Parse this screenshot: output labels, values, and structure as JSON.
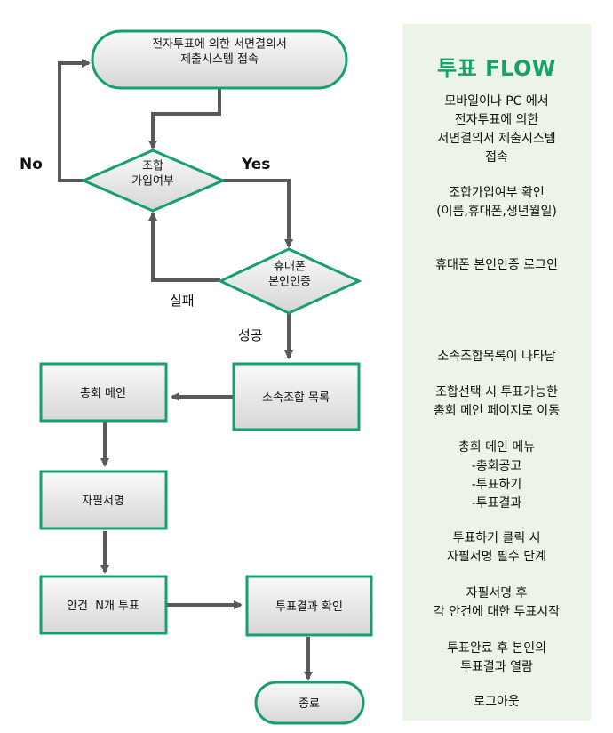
{
  "flow": {
    "start_label": "전자투표에 의한 서면결의서\n제출시스템 접속",
    "decision_join_label": "조합\n가입여부",
    "decision_auth_label": "휴대폰\n본인인증",
    "edge_no": "No",
    "edge_yes": "Yes",
    "edge_fail": "실패",
    "edge_success": "성공",
    "union_list_label": "소속조합 목록",
    "general_main_label": "총회 메인",
    "signature_label": "자필서명",
    "vote_label": "안건  N개 투표",
    "result_label": "투표결과 확인",
    "end_label": "종료"
  },
  "panel": {
    "title": "투표 FLOW",
    "steps": [
      "모바일이나  PC 에서\n전자투표에 의한\n서면결의서 제출시스템\n접속",
      "조합가입여부 확인\n(이름,휴대폰,생년월일)",
      "휴대폰 본인인증 로그인",
      "소속조합목록이 나타남",
      "조합선택 시 투표가능한\n총회 메인 페이지로 이동",
      "총회 메인 메뉴\n-총회공고\n-투표하기\n-투표결과",
      "투표하기 클릭 시\n자필서명 필수 단계",
      "자필서명 후\n각 안건에 대한 투표시작",
      "투표완료 후 본인의\n투표결과 열람",
      "로그아웃"
    ]
  },
  "colors": {
    "node_border": "#16a06a",
    "arrow": "#595959",
    "panel_bg": "#ebf4e6",
    "title": "#16a06a"
  }
}
